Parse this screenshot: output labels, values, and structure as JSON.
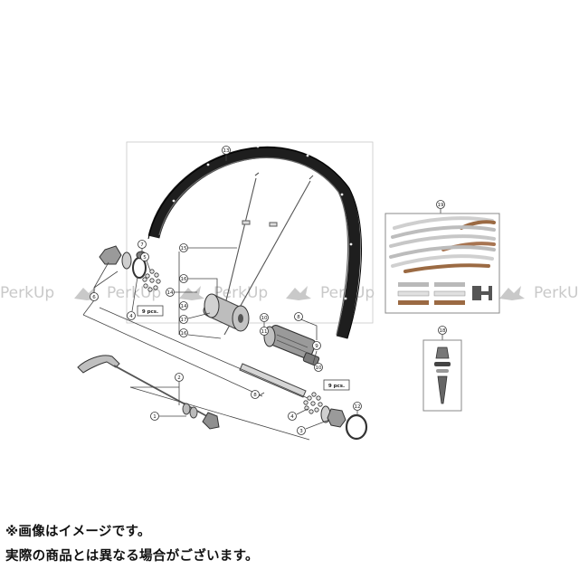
{
  "watermark": {
    "text": "PerkUp"
  },
  "callouts": {
    "c1": "1",
    "c2": "2",
    "c3": "3",
    "c4a": "4",
    "c4b": "4",
    "c5": "5",
    "c6": "6",
    "c7": "7",
    "c8a": "8",
    "c8b": "8",
    "c9": "9",
    "c10a": "10",
    "c10b": "10",
    "c11": "11",
    "c12": "12",
    "c13": "13",
    "c14a": "14",
    "c14b": "14",
    "c15": "15",
    "c16a": "16",
    "c16b": "16",
    "c17": "17",
    "c18": "18",
    "c19": "19"
  },
  "labels": {
    "pcs_a": "9 pcs.",
    "pcs_b": "9 pcs."
  },
  "notes": {
    "line1": "※画像はイメージです。",
    "line2": "実際の商品とは異なる場合がございます。"
  },
  "colors": {
    "line": "#333333",
    "rim": "#1e1e1e",
    "watermark": "#c8c8c8"
  }
}
